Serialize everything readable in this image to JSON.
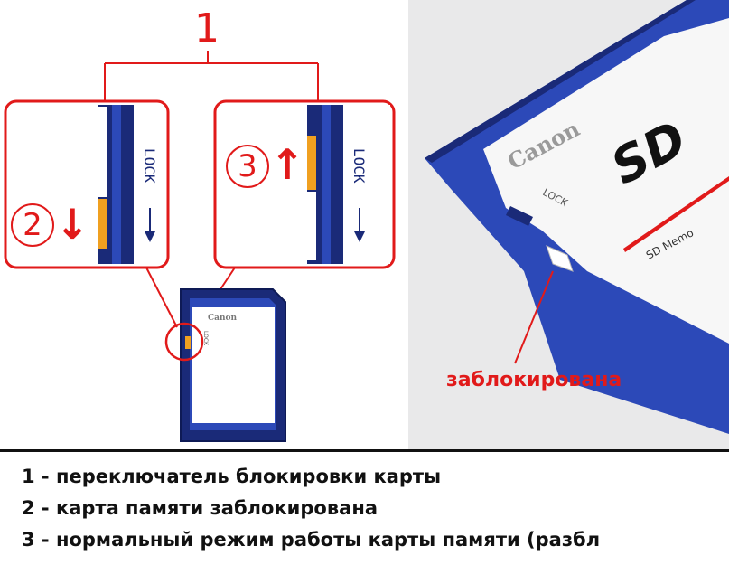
{
  "markers": {
    "one": "1",
    "two": "2",
    "three": "3"
  },
  "arrows": {
    "down": "↓",
    "up": "↑"
  },
  "inset_left": {
    "lock_text": "LOCK"
  },
  "inset_right": {
    "lock_text": "LOCK"
  },
  "small_card": {
    "brand": "Canon",
    "lock_text": "LOCK"
  },
  "photo": {
    "brand": "Canon",
    "logo": "SD",
    "lock_text": "LOCK",
    "memory_text": "SD Memo",
    "locked_label": "заблокирована"
  },
  "legend": {
    "line1": "1 - переключатель блокировки карты",
    "line2": "2 - карта памяти заблокирована",
    "line3": "3 - нормальный режим работы карты памяти (разбл"
  },
  "colors": {
    "accent_red": "#e11a1a",
    "card_blue": "#2c49b8",
    "card_dark": "#1a2a78",
    "switch_orange": "#f0a020"
  }
}
